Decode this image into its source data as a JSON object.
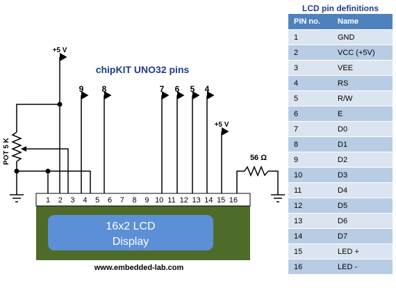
{
  "schematic": {
    "board_title": "chipKIT UNO32 pins",
    "supply_top": "+5 V",
    "supply_right": "+5 V",
    "pot_label": "POT 5 K",
    "resistor_label": "56 Ω",
    "pin_numbers": [
      "1",
      "2",
      "3",
      "4",
      "5",
      "6",
      "7",
      "8",
      "9",
      "10",
      "11",
      "12",
      "13",
      "14",
      "15",
      "16"
    ],
    "arrow_labels": [
      "9",
      "8",
      "7",
      "6",
      "5",
      "4"
    ],
    "lcd_line1": "16x2 LCD",
    "lcd_line2": "Display",
    "website": "www.embedded-lab.com"
  },
  "pin_table": {
    "title": "LCD pin definitions",
    "headers": [
      "PIN no.",
      "Name"
    ],
    "rows": [
      [
        "1",
        "GND"
      ],
      [
        "2",
        "VCC (+5V)"
      ],
      [
        "3",
        "VEE"
      ],
      [
        "4",
        "RS"
      ],
      [
        "5",
        "R/W"
      ],
      [
        "6",
        "E"
      ],
      [
        "7",
        "D0"
      ],
      [
        "8",
        "D1"
      ],
      [
        "9",
        "D2"
      ],
      [
        "10",
        "D3"
      ],
      [
        "11",
        "D4"
      ],
      [
        "12",
        "D5"
      ],
      [
        "13",
        "D6"
      ],
      [
        "14",
        "D7"
      ],
      [
        "15",
        "LED +"
      ],
      [
        "16",
        "LED -"
      ]
    ]
  },
  "colors": {
    "pcb_green": "#4e6b2a",
    "screen_blue": "#5b8fd6",
    "table_header": "#4f81bd"
  }
}
